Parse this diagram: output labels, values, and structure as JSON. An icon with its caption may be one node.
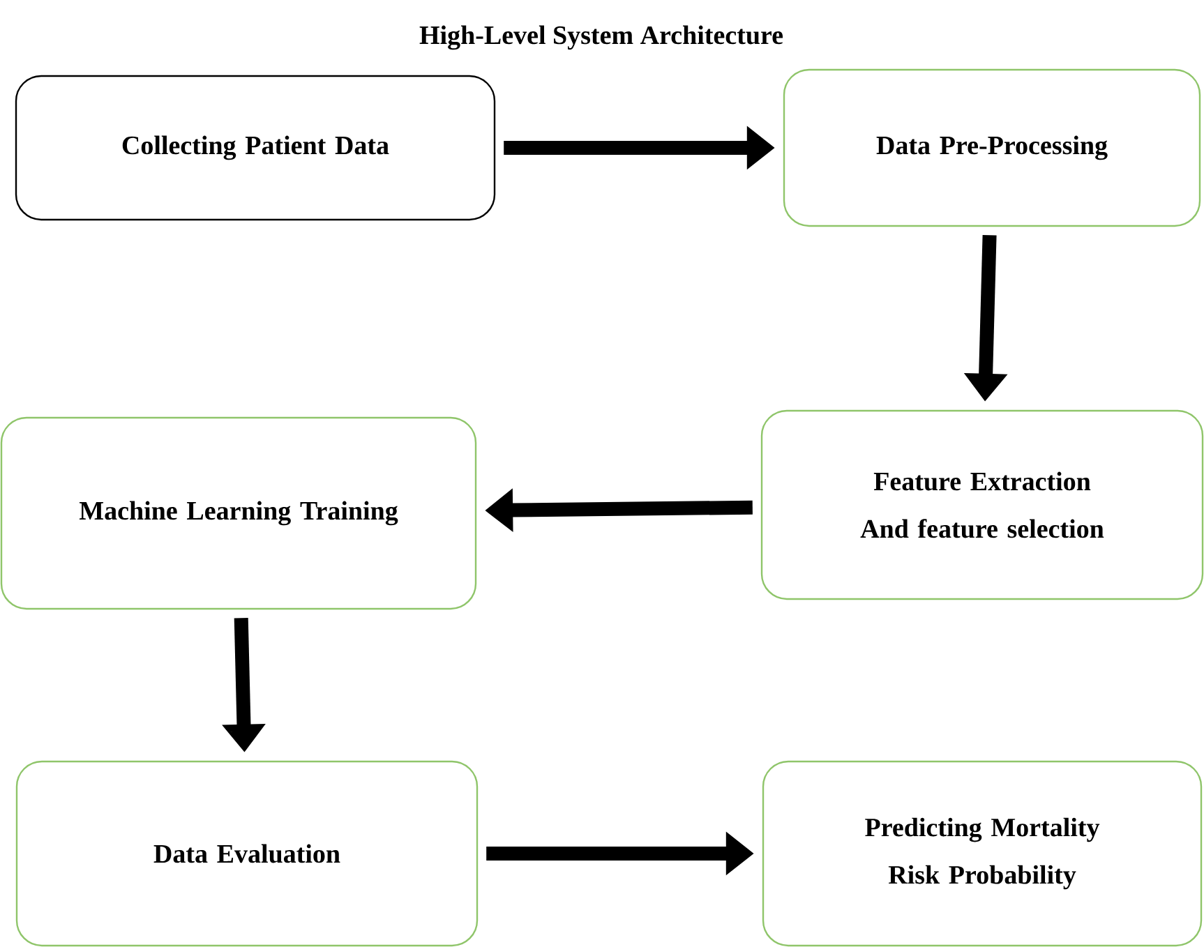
{
  "diagram": {
    "title": "High-Level System Architecture",
    "nodes": [
      {
        "text": [
          "Collecting Patient Data"
        ]
      },
      {
        "text": [
          "Data Pre-Processing"
        ]
      },
      {
        "text": [
          "Feature Extraction And feature selection"
        ]
      },
      {
        "text": [
          "Machine Learning Training"
        ]
      },
      {
        "text": [
          "Data Evaluation"
        ]
      },
      {
        "text": [
          "Predicting Mortality Risk Probability"
        ]
      }
    ],
    "edges": [
      {
        "from": 0,
        "to": 1,
        "arrow": "to"
      },
      {
        "from": 1,
        "to": 2,
        "arrow": "to"
      },
      {
        "from": 2,
        "to": 3,
        "arrow": "to"
      },
      {
        "from": 3,
        "to": 4,
        "arrow": "to"
      },
      {
        "from": 4,
        "to": 5,
        "arrow": "to"
      }
    ]
  }
}
